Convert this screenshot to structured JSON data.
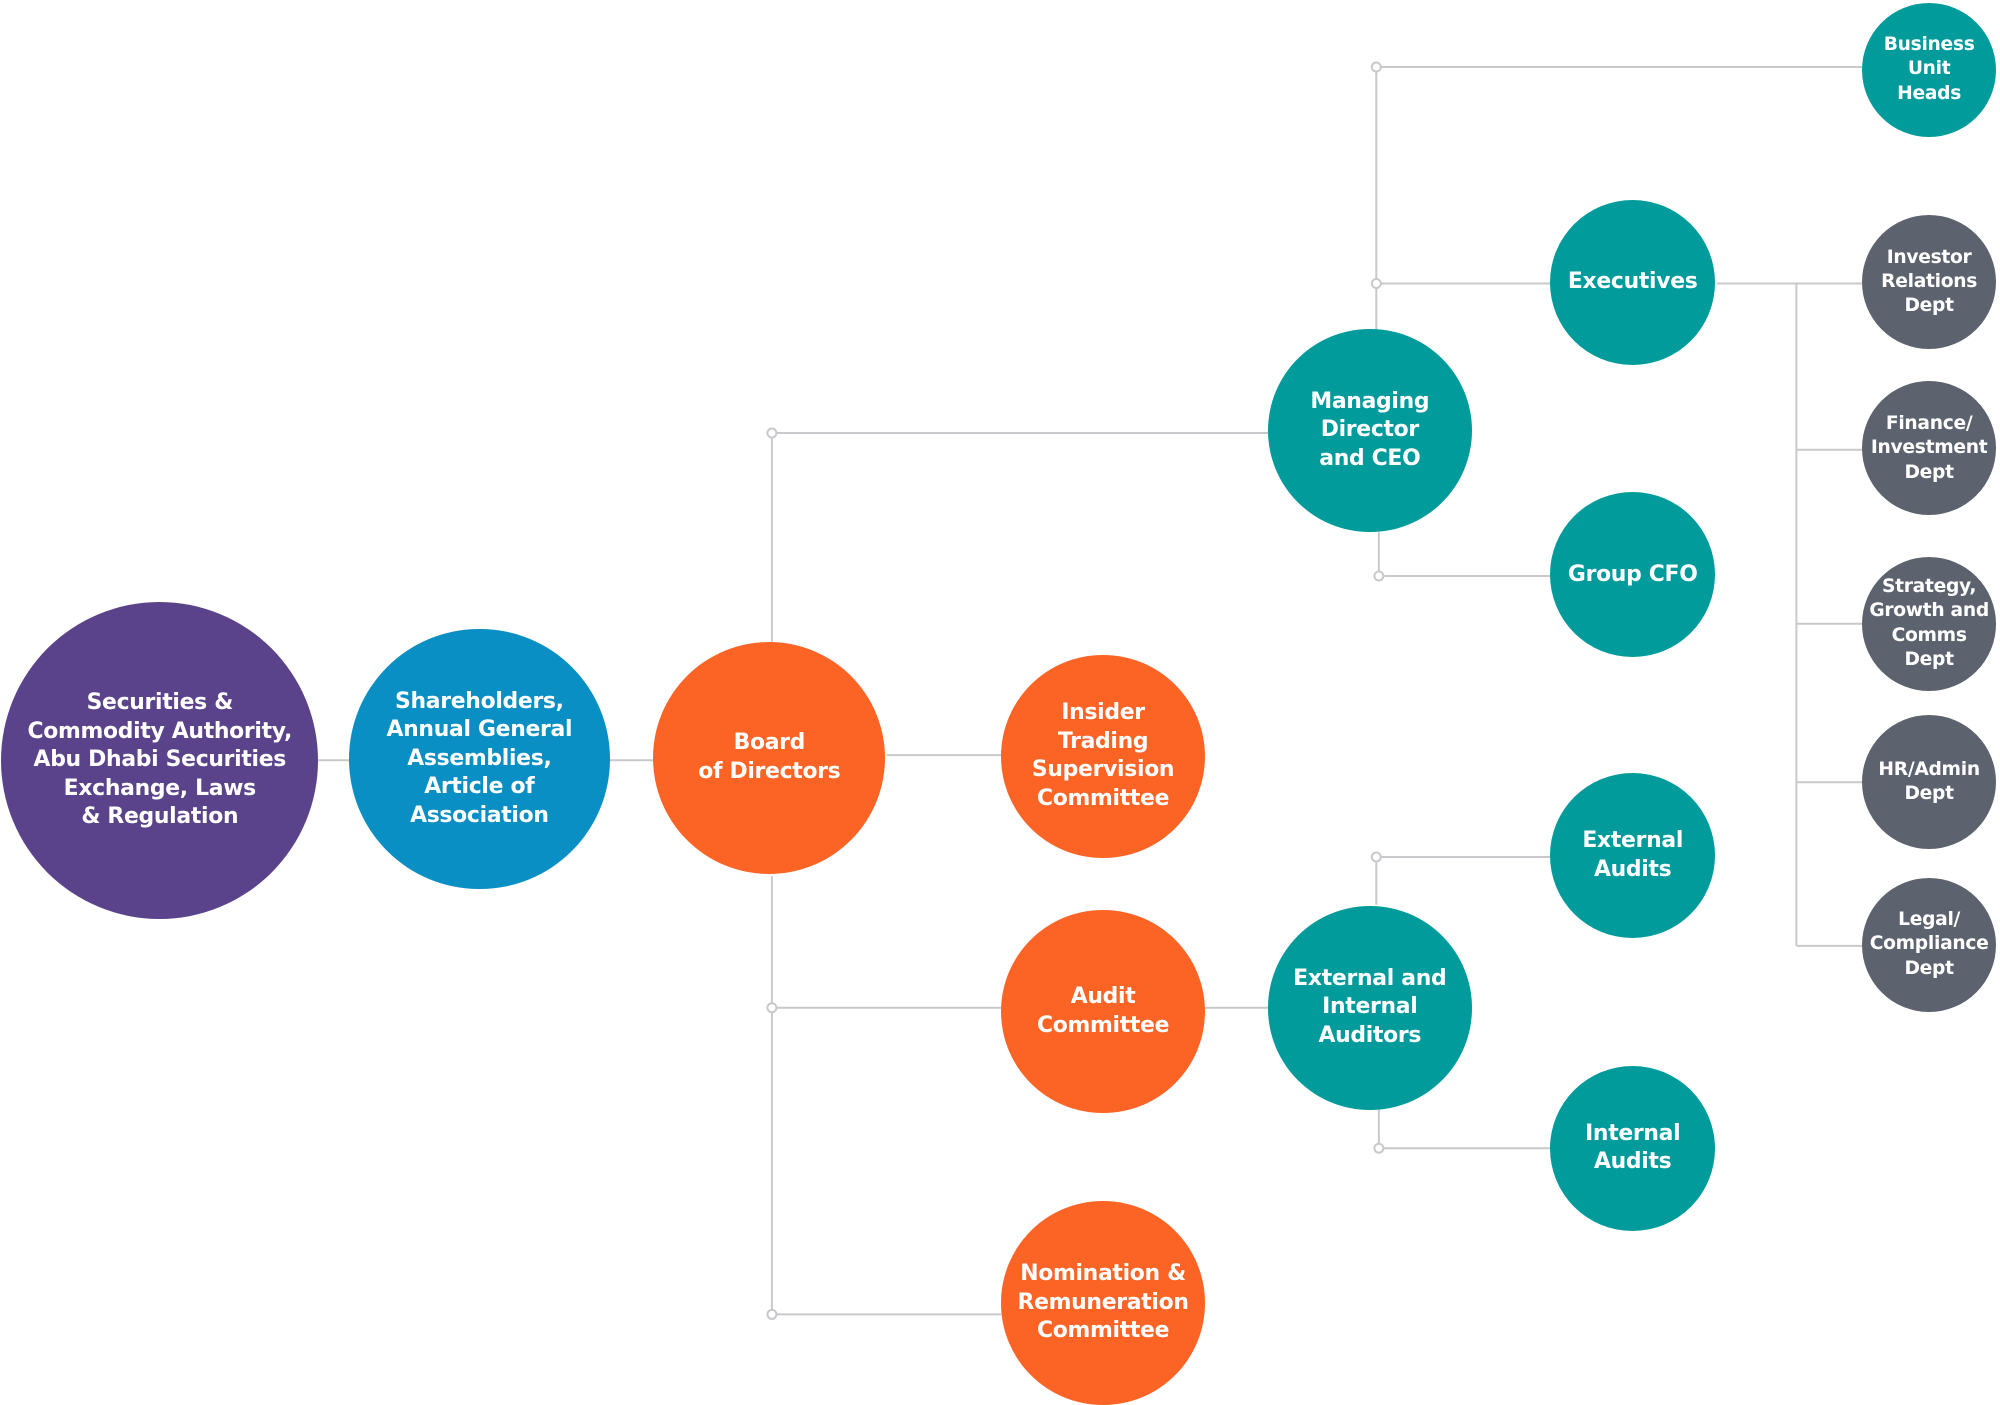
{
  "colors": {
    "purple": "#5a438b",
    "blue": "#0a8fc5",
    "orange": "#fc6426",
    "teal": "#019b9c",
    "gray": "#5d636e",
    "connector": "#c7c9cc"
  },
  "nodes": {
    "sca": "Securities &\nCommodity Authority,\nAbu Dhabi Securities\nExchange, Laws\n& Regulation",
    "shareholders": "Shareholders,\nAnnual General\nAssemblies,\nArticle of\nAssociation",
    "board": "Board\nof Directors",
    "insider": "Insider\nTrading\nSupervision\nCommittee",
    "audit_committee": "Audit\nCommittee",
    "nomination": "Nomination &\nRemuneration\nCommittee",
    "md_ceo": "Managing\nDirector\nand CEO",
    "auditors": "External and\nInternal\nAuditors",
    "executives": "Executives",
    "group_cfo": "Group CFO",
    "external_audits": "External\nAudits",
    "internal_audits": "Internal\nAudits",
    "bu_heads": "Business\nUnit\nHeads",
    "investor_relations": "Investor\nRelations\nDept",
    "finance": "Finance/\nInvestment\nDept",
    "strategy": "Strategy,\nGrowth and\nComms\nDept",
    "hr_admin": "HR/Admin\nDept",
    "legal": "Legal/\nCompliance\nDept"
  }
}
